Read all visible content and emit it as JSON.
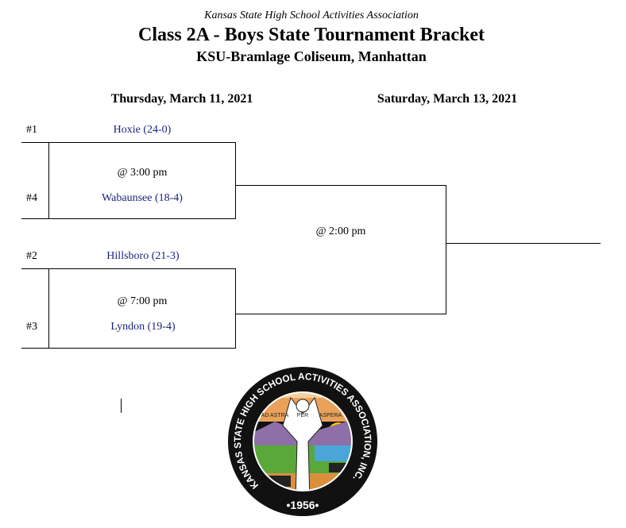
{
  "header": {
    "org": "Kansas State High School Activities Association",
    "title": "Class 2A - Boys State Tournament Bracket",
    "venue": "KSU-Bramlage Coliseum, Manhattan"
  },
  "rounds": [
    {
      "date": "Thursday, March 11, 2021"
    },
    {
      "date": "Saturday, March 13, 2021"
    }
  ],
  "games": [
    {
      "top": {
        "seed": "#1",
        "team": "Hoxie (24-0)"
      },
      "time": "@ 3:00 pm",
      "bottom": {
        "seed": "#4",
        "team": "Wabaunsee (18-4)"
      }
    },
    {
      "top": {
        "seed": "#2",
        "team": "Hillsboro (21-3)"
      },
      "time": "@ 7:00 pm",
      "bottom": {
        "seed": "#3",
        "team": "Lyndon (19-4)"
      }
    }
  ],
  "final": {
    "time": "@ 2:00 pm"
  },
  "logo": {
    "ring_text": "KANSAS STATE HIGH SCHOOL ACTIVITIES ASSOCIATION, INC.",
    "year": "•1956•",
    "motto_left": "AD ASTRA",
    "motto_mid": "PER",
    "motto_right": "ASPERA"
  },
  "colors": {
    "team": "#1a237e"
  }
}
